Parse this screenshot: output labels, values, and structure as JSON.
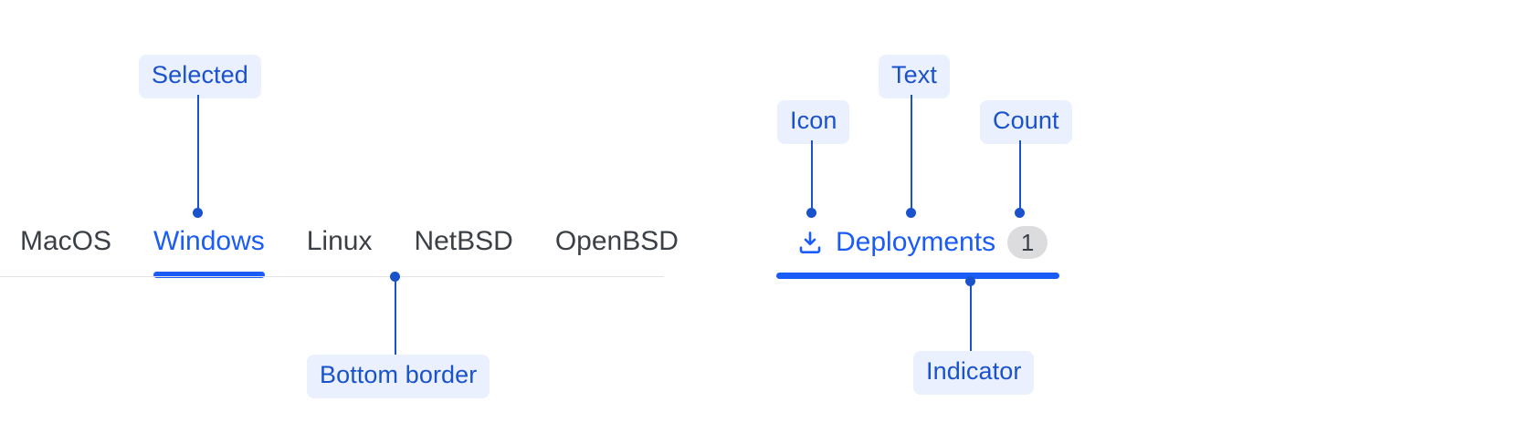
{
  "theme": {
    "accent_blue": "#1a5cf5",
    "annotation_blue": "#1a52cc",
    "annotation_chip_bg": "#eaf0fd",
    "tab_text": "#3b3f46",
    "rule_grey": "#e3e3e6",
    "badge_grey": "#dcdcdf"
  },
  "left_example": {
    "name": "os-tab-strip",
    "tabs": [
      {
        "label": "MacOS",
        "selected": false
      },
      {
        "label": "Windows",
        "selected": true
      },
      {
        "label": "Linux",
        "selected": false
      },
      {
        "label": "NetBSD",
        "selected": false
      },
      {
        "label": "OpenBSD",
        "selected": false
      }
    ],
    "annotations": [
      {
        "id": "selected",
        "label": "Selected"
      },
      {
        "id": "bottom-border",
        "label": "Bottom border"
      }
    ]
  },
  "right_example": {
    "name": "deployments-tab",
    "tab": {
      "icon": "download-icon",
      "label": "Deployments",
      "count": "1",
      "selected": true
    },
    "annotations": [
      {
        "id": "icon",
        "label": "Icon"
      },
      {
        "id": "text",
        "label": "Text"
      },
      {
        "id": "count",
        "label": "Count"
      },
      {
        "id": "indicator",
        "label": "Indicator"
      }
    ]
  }
}
